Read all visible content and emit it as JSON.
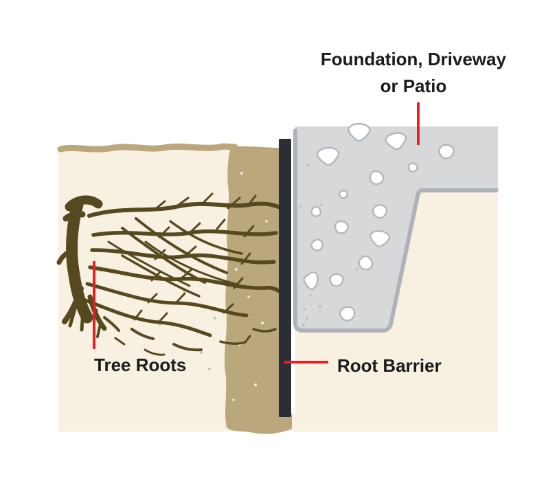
{
  "labels": {
    "foundation": {
      "line1": "Foundation, Driveway",
      "line2": "or Patio"
    },
    "tree_roots": "Tree Roots",
    "root_barrier": "Root Barrier"
  },
  "colors": {
    "background": "#ffffff",
    "soil_cream": "#f8f0e1",
    "soil_tan": "#bba77c",
    "root_brown": "#57491f",
    "barrier_black": "#2b2e34",
    "concrete_fill": "#d7d8da",
    "concrete_border": "#aeb3b9",
    "pebble_fill": "#ffffff",
    "pebble_outline": "#b2b7bc",
    "leader_red": "#ee1b24",
    "label_text": "#1b1b1b"
  }
}
